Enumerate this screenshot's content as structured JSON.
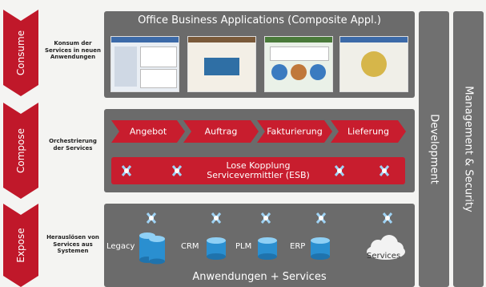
{
  "layers": {
    "consume": {
      "chevron": "Consume",
      "side": "Konsum der Services in neuen Anwendungen"
    },
    "compose": {
      "chevron": "Compose",
      "side": "Orchestrierung der Services"
    },
    "expose": {
      "chevron": "Expose",
      "side": "Herauslösen von Services aus Systemen"
    }
  },
  "top_panel": {
    "title": "Office Business Applications (Composite Appl.)"
  },
  "process_steps": [
    "Angebot",
    "Auftrag",
    "Fakturierung",
    "Lieferung"
  ],
  "esb": {
    "line1": "Lose Kopplung",
    "line2": "Servicevermittler (ESB)"
  },
  "bottom_panel": {
    "title": "Anwendungen + Services"
  },
  "systems": [
    "Legacy",
    "CRM",
    "PLM",
    "ERP",
    "Services"
  ],
  "vertical_bars": {
    "development": "Development",
    "management": "Management & Security"
  },
  "colors": {
    "accent": "#c81d2e",
    "panel": "#6b6b6b",
    "db": "#2a8fd0"
  }
}
